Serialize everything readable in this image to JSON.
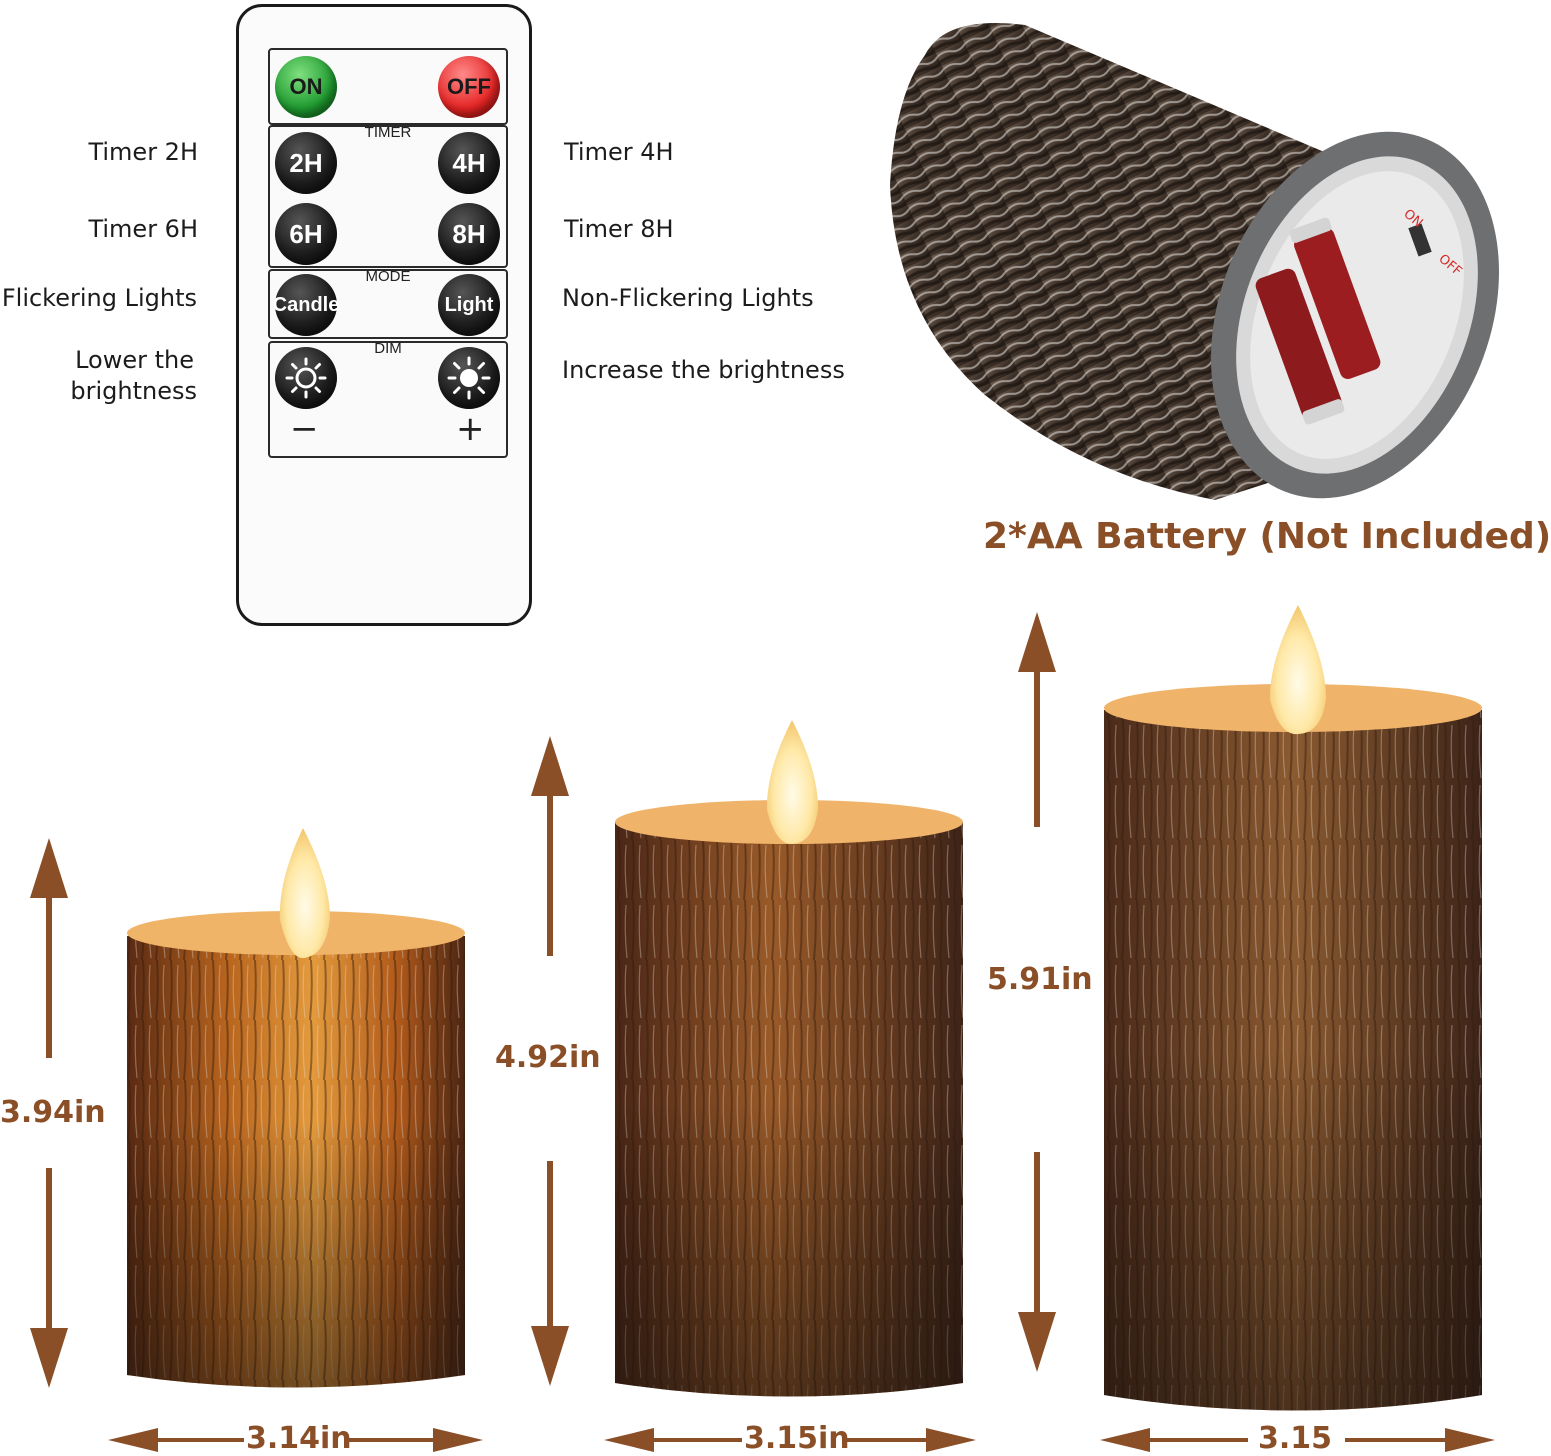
{
  "remote": {
    "on_label": "ON",
    "off_label": "OFF",
    "timer_section": "TIMER",
    "mode_section": "MODE",
    "dim_section": "DIM",
    "buttons": {
      "t2": "2H",
      "t4": "4H",
      "t6": "6H",
      "t8": "8H",
      "candle": "Candle",
      "light": "Light"
    },
    "minus": "−",
    "plus": "+"
  },
  "labels": {
    "timer_2h": "Timer 2H",
    "timer_4h": "Timer 4H",
    "timer_6h": "Timer 6H",
    "timer_8h": "Timer 8H",
    "flickering": "Flickering Lights",
    "non_flickering": "Non-Flickering Lights",
    "lower_1": "Lower the",
    "lower_2": "brightness",
    "increase": "Increase the brightness"
  },
  "battery": {
    "switch_on": "ON",
    "switch_off": "OFF",
    "caption": "2*AA Battery (Not Included)"
  },
  "dimensions": {
    "small_height": "3.94in",
    "medium_height": "4.92in",
    "large_height": "5.91in",
    "small_width": "3.14in",
    "medium_width": "3.15in",
    "large_width": "3.15"
  },
  "colors": {
    "accent_brown": "#8a4f27",
    "on_green": "#1f9a2f",
    "off_red": "#e52424"
  }
}
